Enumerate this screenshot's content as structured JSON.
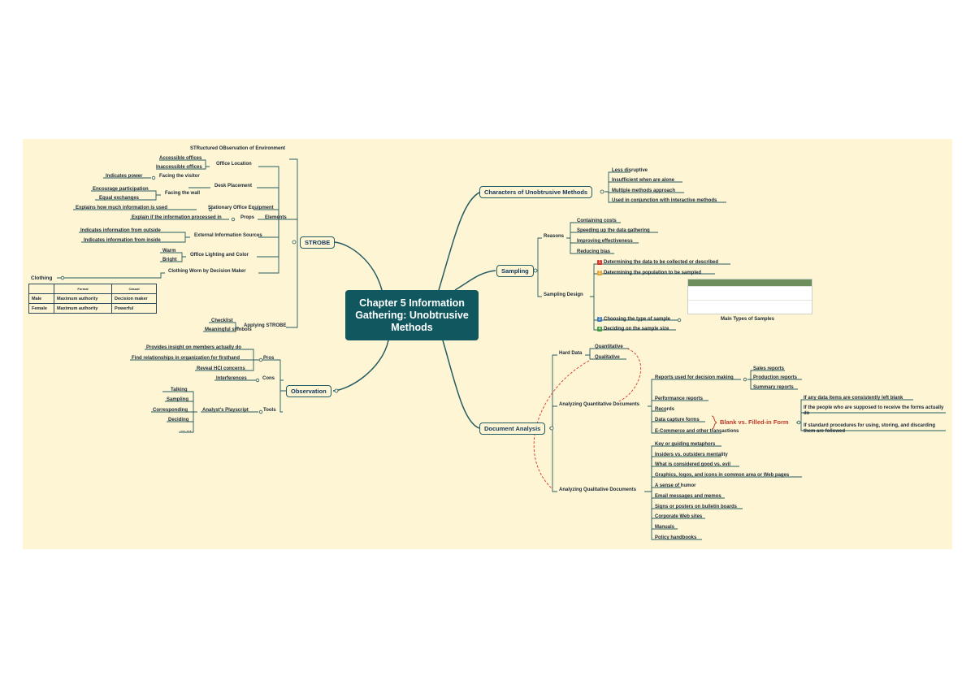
{
  "central": "Chapter 5 Information Gathering: Unobtrusive Methods",
  "topics": {
    "strobe": "STROBE",
    "observation": "Observation",
    "characters": "Characters of Unobtrusive Methods",
    "sampling": "Sampling",
    "document": "Document Analysis"
  },
  "strobe": {
    "stroberef": "STRuctured OBservation of Environment",
    "office_location": "Office Location",
    "accessible": "Accessible offices",
    "inaccessible": "Inaccessible offices",
    "facing_visitor": "Facing the visitor",
    "indicates_power": "Indicates power",
    "desk_placement": "Desk Placement",
    "facing_wall": "Facing the wall",
    "encourage": "Encourage participation",
    "equal": "Equal exchanges",
    "stationary": "Stationary Office Equipment",
    "explains_how": "Explains how much information is used",
    "props": "Props",
    "explain_if": "Explain if the information processed in",
    "elements": "Elements",
    "external": "External Information Sources",
    "outside": "Indicates information from outside",
    "inside": "Indicates information from inside",
    "lighting": "Office Lighting and Color",
    "warm": "Warm",
    "bright": "Bright",
    "clothing_worn": "Clothing Worn by Decision Maker",
    "applying": "Applying STROBE",
    "checklist": "Checklist",
    "meaningful": "Meaningful symbols",
    "clothing": "Clothing",
    "table": {
      "head": [
        "",
        "Formal",
        "Casual"
      ],
      "rows": [
        [
          "Male",
          "Maximum authority",
          "Decision maker"
        ],
        [
          "Female",
          "Maximum authority",
          "Powerful"
        ]
      ]
    }
  },
  "observation": {
    "pros": "Pros",
    "pro1": "Provides insight on members actually do",
    "pro2": "Find relationships in organization for firsthand",
    "pro3": "Reveal HCI concerns",
    "cons": "Cons",
    "con1": "Interferences",
    "tools": "Tools",
    "playscript": "Analyst's Playscript",
    "talking": "Talking",
    "sampling": "Sampling",
    "corresponding": "Corresponding",
    "deciding": "Deciding",
    "dots": "… …"
  },
  "characters": {
    "items": [
      "Less disruptive",
      "Insufficient when are alone",
      "Multiple methods approach",
      "Used in conjunction with interactive methods"
    ]
  },
  "sampling": {
    "reasons": "Reasons",
    "reason_items": [
      "Containing costs",
      "Speeding up the data gathering",
      "Improving effectiveness",
      "Reducing bias"
    ],
    "design": "Sampling Design",
    "design_items": [
      "Determining the data to be collected or described",
      "Determining the population to be sampled",
      "Choosing the type of sample",
      "Deciding on the sample size"
    ],
    "main_types": "Main Types of Samples",
    "marker_colors": [
      "#d9342b",
      "#e7a32e",
      "#3b7bc0",
      "#3f9b45"
    ]
  },
  "document": {
    "hard_data": "Hard Data",
    "quantitative": "Quantitative",
    "qualitative": "Qualitative",
    "quant_docs": "Analyzing Quantitative Documents",
    "reports_used": "Reports used for decision making",
    "sales": "Sales reports",
    "production": "Production reports",
    "summary": "Summary reports",
    "performance": "Performance reports",
    "records": "Records",
    "data_capture": "Data capture forms",
    "ecommerce": "E-Commerce and other transactions",
    "blank_vs": "Blank vs. Filled-in Form",
    "blank1": "If any data items are consistently left blank",
    "blank2": "If the people who are supposed to receive the forms actually do",
    "blank3": "If standard procedures for using, storing, and discarding them are followed",
    "qual_docs": "Analyzing Qualitative Documents",
    "qual_items": [
      "Key or guiding metaphors",
      "Insiders vs. outsiders mentality",
      "What is considered good vs. evil",
      "Graphics, logos, and icons in common area or Web pages",
      "A sense of humor",
      "Email messages and memos",
      "Signs or posters on bulletin boards",
      "Corporate Web sites",
      "Manuals",
      "Policy handbooks"
    ]
  },
  "colors": {
    "accent": "#11575f",
    "canvas": "#fdf5d3",
    "line": "#255b63",
    "relation": "#d9342b"
  }
}
